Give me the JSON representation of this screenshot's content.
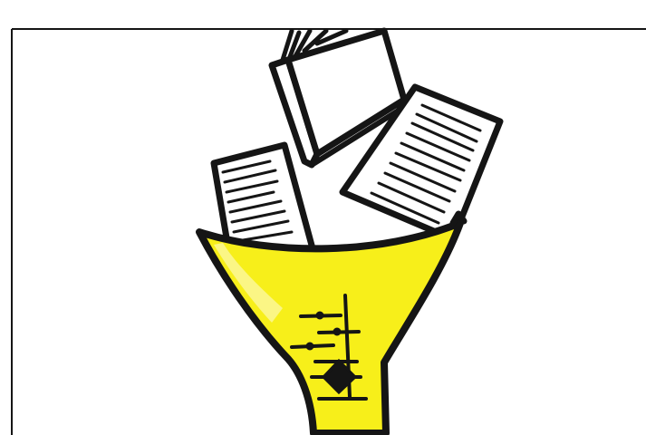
{
  "illustration": {
    "subject": "documents-into-funnel-forest-plot",
    "elements": [
      "frame-border",
      "open-book",
      "document-page",
      "document-page",
      "funnel",
      "forest-plot"
    ],
    "colors": {
      "funnel_fill": "#f7ef1a",
      "funnel_highlight": "#fbf7a0",
      "ink": "#151515",
      "paper": "#ffffff",
      "background": "#ffffff"
    }
  }
}
